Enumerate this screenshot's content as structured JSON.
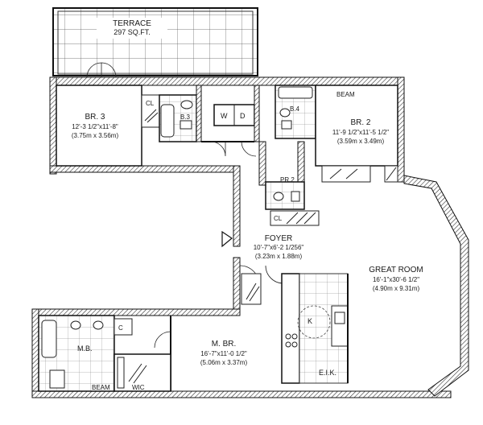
{
  "rooms": {
    "terrace": {
      "name": "TERRACE",
      "size": "297 SQ.FT."
    },
    "br3": {
      "name": "BR. 3",
      "dims": "12'-3 1/2\"x11'-8\"",
      "metric": "(3.75m x 3.56m)"
    },
    "br2": {
      "name": "BR. 2",
      "dims": "11'-9 1/2\"x11'-5 1/2\"",
      "metric": "(3.59m x 3.49m)"
    },
    "foyer": {
      "name": "FOYER",
      "dims": "10'-7\"x6'-2 1/256\"",
      "metric": "(3.23m x 1.88m)"
    },
    "great_room": {
      "name": "GREAT ROOM",
      "dims": "16'-1\"x30'-6 1/2\"",
      "metric": "(4.90m x 9.31m)"
    },
    "mbr": {
      "name": "M. BR.",
      "dims": "16'-7\"x11'-0 1/2\"",
      "metric": "(5.06m x 3.37m)"
    }
  },
  "labels": {
    "cl_br3": "CL",
    "b3": "B.3",
    "w": "W",
    "d": "D",
    "b4": "B.4",
    "beam_top": "BEAM",
    "pr2": "PR.2",
    "cl_foyer": "CL",
    "k": "K",
    "eik": "E.I.K.",
    "mb": "M.B.",
    "c_mb": "C",
    "beam_bottom": "BEAM",
    "wic": "WIC"
  }
}
